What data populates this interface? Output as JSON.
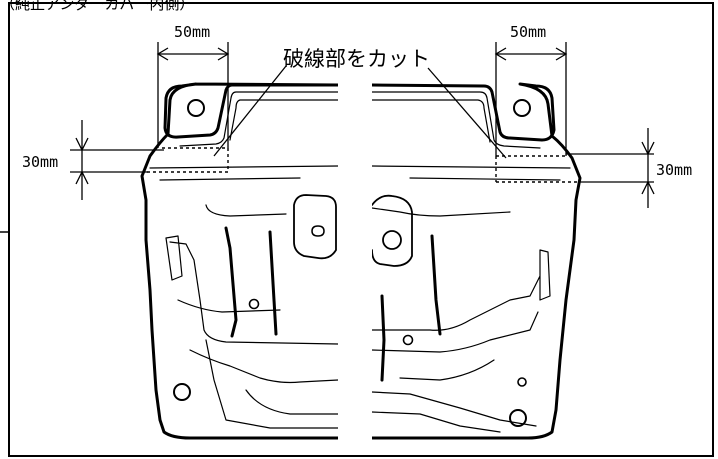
{
  "header": {
    "text": "（純正アンダーカバー内側）"
  },
  "callout": {
    "text": "破線部をカット"
  },
  "dimensions": {
    "left_width": "50mm",
    "right_width": "50mm",
    "left_height": "30mm",
    "right_height": "30mm"
  }
}
